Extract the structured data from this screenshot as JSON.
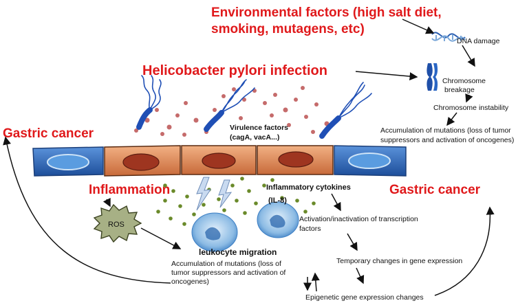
{
  "title_env": {
    "line1": "Environmental factors (high salt diet,",
    "line2": "smoking, mutagens, etc)"
  },
  "title_hp": "Helicobacter pylori infection",
  "gastric_left": "Gastric cancer",
  "gastric_right": "Gastric cancer",
  "inflammation": "Inflammation",
  "ros": "ROS",
  "virulence": {
    "line1": "Virulence factors",
    "line2": "(cagA, vacA...)"
  },
  "cytokines": {
    "line1": "Inflammatory cytokines",
    "line2": "(IL-8)"
  },
  "leukocyte": "leukocyte migration",
  "dna_damage": "DNA damage",
  "chromosome_breakage": {
    "line1": "Chromosome",
    "line2": "breakage"
  },
  "chromosome_instability": "Chromosome instability",
  "accum_right": {
    "line1": "Accumulation of mutations (loss of tumor",
    "line2": "suppressors and activation of oncogenes)"
  },
  "accum_bottom": {
    "line1": "Accumulation of mutations (loss of",
    "line2": "tumor suppressors and activation of",
    "line3": "oncogenes)"
  },
  "transcription": {
    "line1": "Activation/inactivation of transcription",
    "line2": "factors"
  },
  "temporary": "Temporary changes in gene expression",
  "epigenetic": "Epigenetic gene expression changes",
  "colors": {
    "label_red": "#e0191b",
    "epithelium_orange": "#d8774a",
    "cell_blue": "#2c6fc0",
    "bacteria_blue": "#1f4fb5",
    "dots_pink": "#c56b6b",
    "dots_green": "#6a8a2a"
  }
}
